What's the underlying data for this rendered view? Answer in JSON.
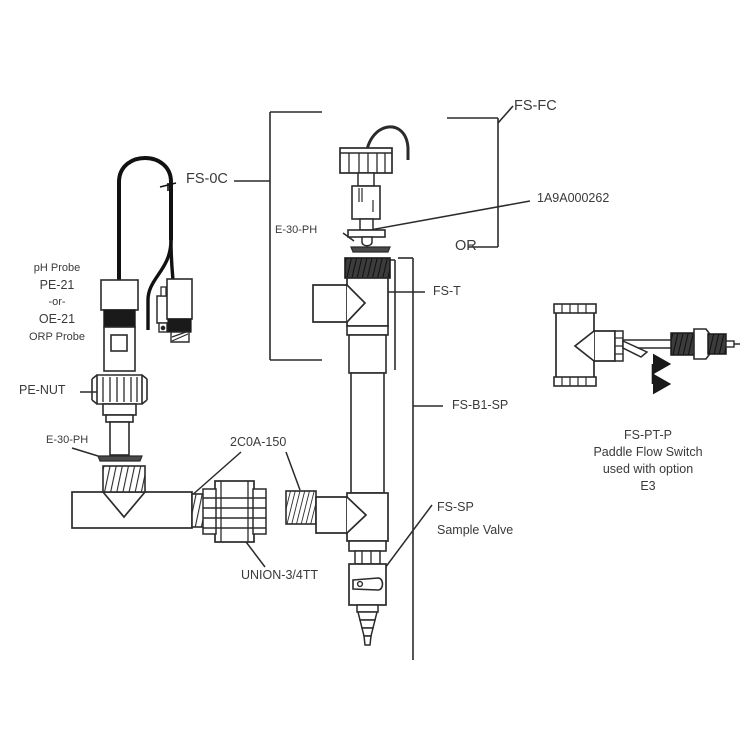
{
  "diagram": {
    "title": "Flow Cell Assembly Exploded Parts Diagram",
    "background_color": "#ffffff",
    "line_color": "#2b2b2b",
    "text_color": "#3a3a3a",
    "shade_color": "#4a4a4a"
  },
  "labels": {
    "fs_0c": "FS-0C",
    "fs_fc": "FS-FC",
    "part_1a9a": "1A9A000262",
    "or": "OR",
    "e30ph_top": "E-30-PH",
    "fs_t": "FS-T",
    "fs_b1_sp": "FS-B1-SP",
    "fs_sp": "FS-SP",
    "sample_valve": "Sample Valve",
    "probe_line1": "pH Probe",
    "probe_line2": "PE-21",
    "probe_line3": "-or-",
    "probe_line4": "OE-21",
    "probe_line5": "ORP Probe",
    "pe_nut": "PE-NUT",
    "e30ph_left": "E-30-PH",
    "part_2c0a": "2C0A-150",
    "union": "UNION-3/4TT",
    "fs_pt_p": "FS-PT-P",
    "paddle_line1": "Paddle Flow Switch",
    "paddle_line2": "used with option",
    "paddle_line3": "E3"
  }
}
